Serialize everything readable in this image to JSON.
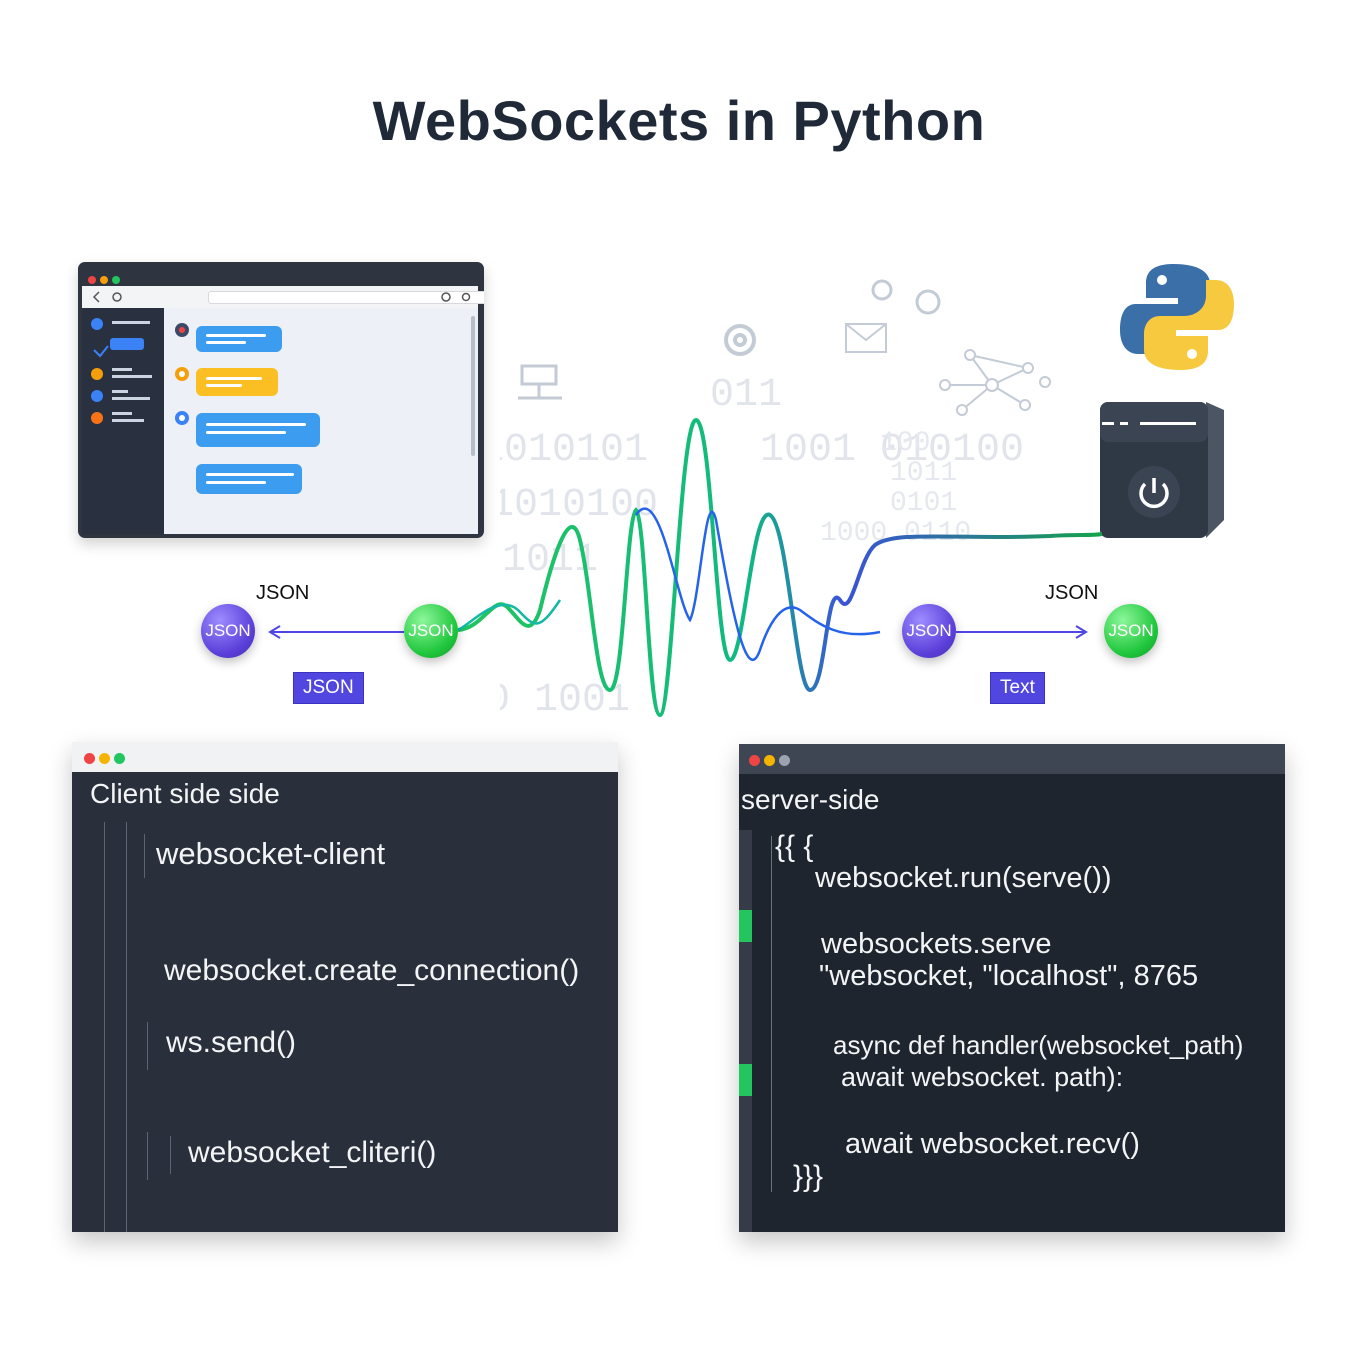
{
  "title": "WebSockets in Python",
  "diagram": {
    "left_node_a": "JSON",
    "left_node_b": "JSON",
    "left_label": "JSON",
    "left_tag": "JSON",
    "right_node_a": "JSON",
    "right_node_b": "JSON",
    "right_label": "JSON",
    "right_tag": "Text"
  },
  "client_panel": {
    "title": "Client side side",
    "lines": [
      "websocket-client",
      "websocket.create_connection()",
      "ws.send()",
      "websocket_cliteri()"
    ]
  },
  "server_panel": {
    "title": "server-side",
    "lines": [
      "{{ {",
      "websocket.run(serve())",
      "websockets.serve",
      "\"websocket,  \"localhost\", 8765",
      "async def handler(websocket_path)",
      "await websocket. path):",
      "await  websocket.recv()",
      "}}}"
    ]
  },
  "colors": {
    "wave_green": "#22c55e",
    "wave_blue": "#4f46e5",
    "tag_bg": "#5146e0",
    "panel_bg": "#2a303b"
  },
  "icons": [
    "python-logo",
    "server-icon",
    "power-icon",
    "gear-icon",
    "envelope-icon",
    "network-icon",
    "browser-window"
  ]
}
